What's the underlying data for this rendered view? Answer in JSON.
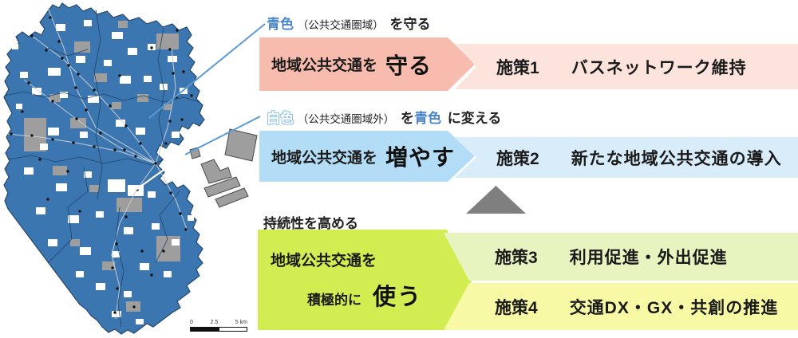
{
  "annotations": {
    "a1": {
      "highlight": "青色",
      "paren": "（公共交通圏域）",
      "suffix": "を守る"
    },
    "a2": {
      "highlight": "白色",
      "paren": "（公共交通圏域外）",
      "mid": "を",
      "highlight2": "青色",
      "suffix": "に変える"
    },
    "a3": {
      "text": "持続性を高める"
    }
  },
  "boxes": {
    "protect": {
      "lead": "地域公共交通を",
      "verb": "守る"
    },
    "increase": {
      "lead": "地域公共交通を",
      "verb": "増やす"
    },
    "use": {
      "lead": "地域公共交通を",
      "mid": "積極的に",
      "verb": "使う"
    }
  },
  "measures": {
    "m1": {
      "no": "施策1",
      "label": "バスネットワーク維持"
    },
    "m2": {
      "no": "施策2",
      "label": "新たな地域公共交通の導入"
    },
    "m3": {
      "no": "施策3",
      "label": "利用促進・外出促進"
    },
    "m4": {
      "no": "施策4",
      "label": "交通DX・GX・共創の推進"
    }
  },
  "map": {
    "scalebar": {
      "start": "0",
      "mid": "2.5",
      "end": "5 km"
    },
    "colors": {
      "service_area_blue": "#3C76B1",
      "outside_area_white": "#FFFFFF",
      "nonresidential_gray": "#9E9E9E"
    }
  },
  "colors": {
    "protect_box": "#F7BCAD",
    "protect_measure_bg": "#FCE4DD",
    "increase_box": "#B3DDF6",
    "increase_measure_bg": "#D9ECFA",
    "use_box": "#D2ED52",
    "measure3_bg": "#E8F4C0",
    "measure4_bg": "#F8F9A5",
    "triangle_gray": "#7F7F7F",
    "highlight_blue_text": "#4A86C8",
    "leader_line_blue": "#5B9BD5"
  }
}
